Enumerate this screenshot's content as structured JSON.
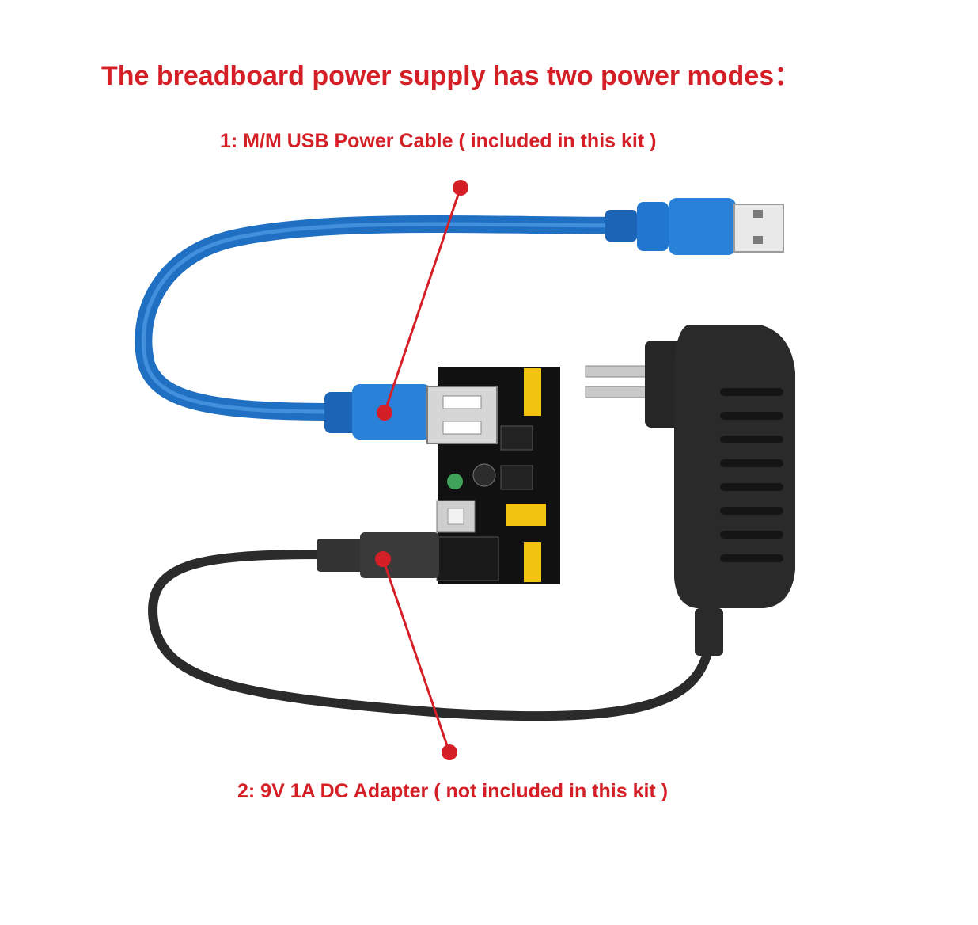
{
  "heading": "The breadboard power supply has two power modes：",
  "modes": [
    {
      "label": "1: M/M USB Power Cable ( included in this kit )"
    },
    {
      "label": "2: 9V 1A DC Adapter ( not included in this kit )"
    }
  ],
  "colors": {
    "text_red": "#d41f26",
    "usb_cable_blue": "#1f6fc2",
    "dc_cable_black": "#2b2b2b",
    "pcb_black": "#111111",
    "header_yellow": "#f2c40f"
  },
  "icons": [
    "usb-cable-image",
    "breadboard-power-module-image",
    "wall-adapter-image",
    "dc-cable-image"
  ]
}
